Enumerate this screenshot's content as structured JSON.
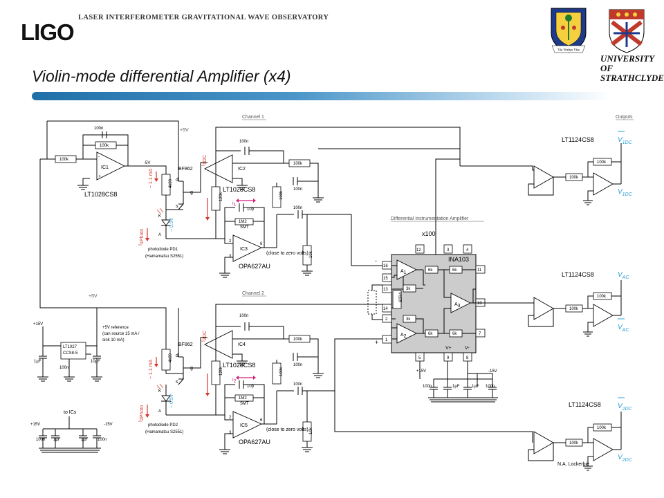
{
  "header": {
    "logo_text": "LIGO",
    "org_name": "LASER INTERFEROMETER GRAVITATIONAL WAVE OBSERVATORY",
    "crest_motto": "Via Veritas Vita",
    "university_line1": "UNIVERSITY OF",
    "university_line2": "STRATHCLYDE"
  },
  "title": "Violin-mode differential Amplifier (x4)",
  "diagram": {
    "channel1": "Channel 1",
    "channel2": "Channel 2",
    "outputs": "Outputs",
    "diff_amp_label": "Differential Instrumentation Amplifier",
    "gain": "x100",
    "ina_part": "INA103",
    "ic1": "IC1",
    "ic2": "IC2",
    "ic3": "IC3",
    "ic4": "IC4",
    "ic5": "IC5",
    "lt1028": "LT1028CS8",
    "opa627": "OPA627AU",
    "lt1124": "LT1124CS8",
    "bf862": "BF862",
    "pd1": "photodiode PD1",
    "pd2": "photodiode PD2",
    "hamamatsu": "(Hamamatsu S2551)",
    "zero_volts": "(close to zero volts)",
    "current": "~ 1.1 mA",
    "voltage": "~ 0.5V",
    "plus5v": "+5V",
    "minus5v": "-5V",
    "plus15v": "+15V",
    "minus15v": "-15V",
    "ref_label": "+5V reference",
    "ref_line2": "(can source 15 mA /",
    "ref_line3": "sink 10 mA)",
    "regulator": "LT1027",
    "regulator2": "CCS8-5",
    "to_ics": "to ICs",
    "author": "N.A. Lockerbie",
    "r_100n": "100n",
    "r_100k": "100k",
    "r_4k99": "4k99",
    "r_120k": "120k",
    "r_10p": "10p",
    "r_1m2": "1M2",
    "r_smt": "SMT",
    "r_10k": "10k",
    "r_6k": "6k",
    "r_3k": "3k",
    "r_1uf": "1µF",
    "r_10uf": "10µF",
    "r_60r4": "60R4",
    "pin_12": "12",
    "pin_3": "3",
    "pin_4": "4",
    "pin_16": "16",
    "pin_15": "15",
    "pin_13": "13",
    "pin_14": "14",
    "pin_2": "2",
    "pin_1": "1",
    "pin_11": "11",
    "pin_10": "10",
    "pin_7": "7",
    "pin_5": "5",
    "pin_9": "9",
    "pin_8": "8",
    "pin_6": "6",
    "vplus": "V+",
    "vminus": "V-",
    "a1": "A",
    "a1_sub": "1",
    "a2_sub": "2",
    "a3_sub": "3",
    "out_v1dc_main": "V",
    "out_v1dc_sub": "1DC",
    "out_vac_main": "V",
    "out_vac_sub": "AC",
    "out_v2dc_main": "V",
    "out_v2dc_sub": "2DC",
    "i1dc": "I",
    "i1dc_sub": "1DC",
    "i2dc": "I",
    "i2dc_sub": "2DC",
    "i1photo": "I",
    "i1photo_sub": "1Photo",
    "i2photo": "I",
    "i2photo_sub": "2Photo",
    "i1": "i",
    "i1_sub": "1",
    "i2": "i",
    "i2_sub": "2",
    "pin_minus": "-",
    "pin_plus": "+",
    "pin_d": "d",
    "pin_g": "g",
    "pin_s": "s",
    "pin_k": "K",
    "pin_a": "A"
  },
  "colors": {
    "title_bar": "#1f6fa8",
    "output_label": "#2a9fd6",
    "current_label": "#d8342c",
    "signal_arrow": "#d21f7a"
  }
}
